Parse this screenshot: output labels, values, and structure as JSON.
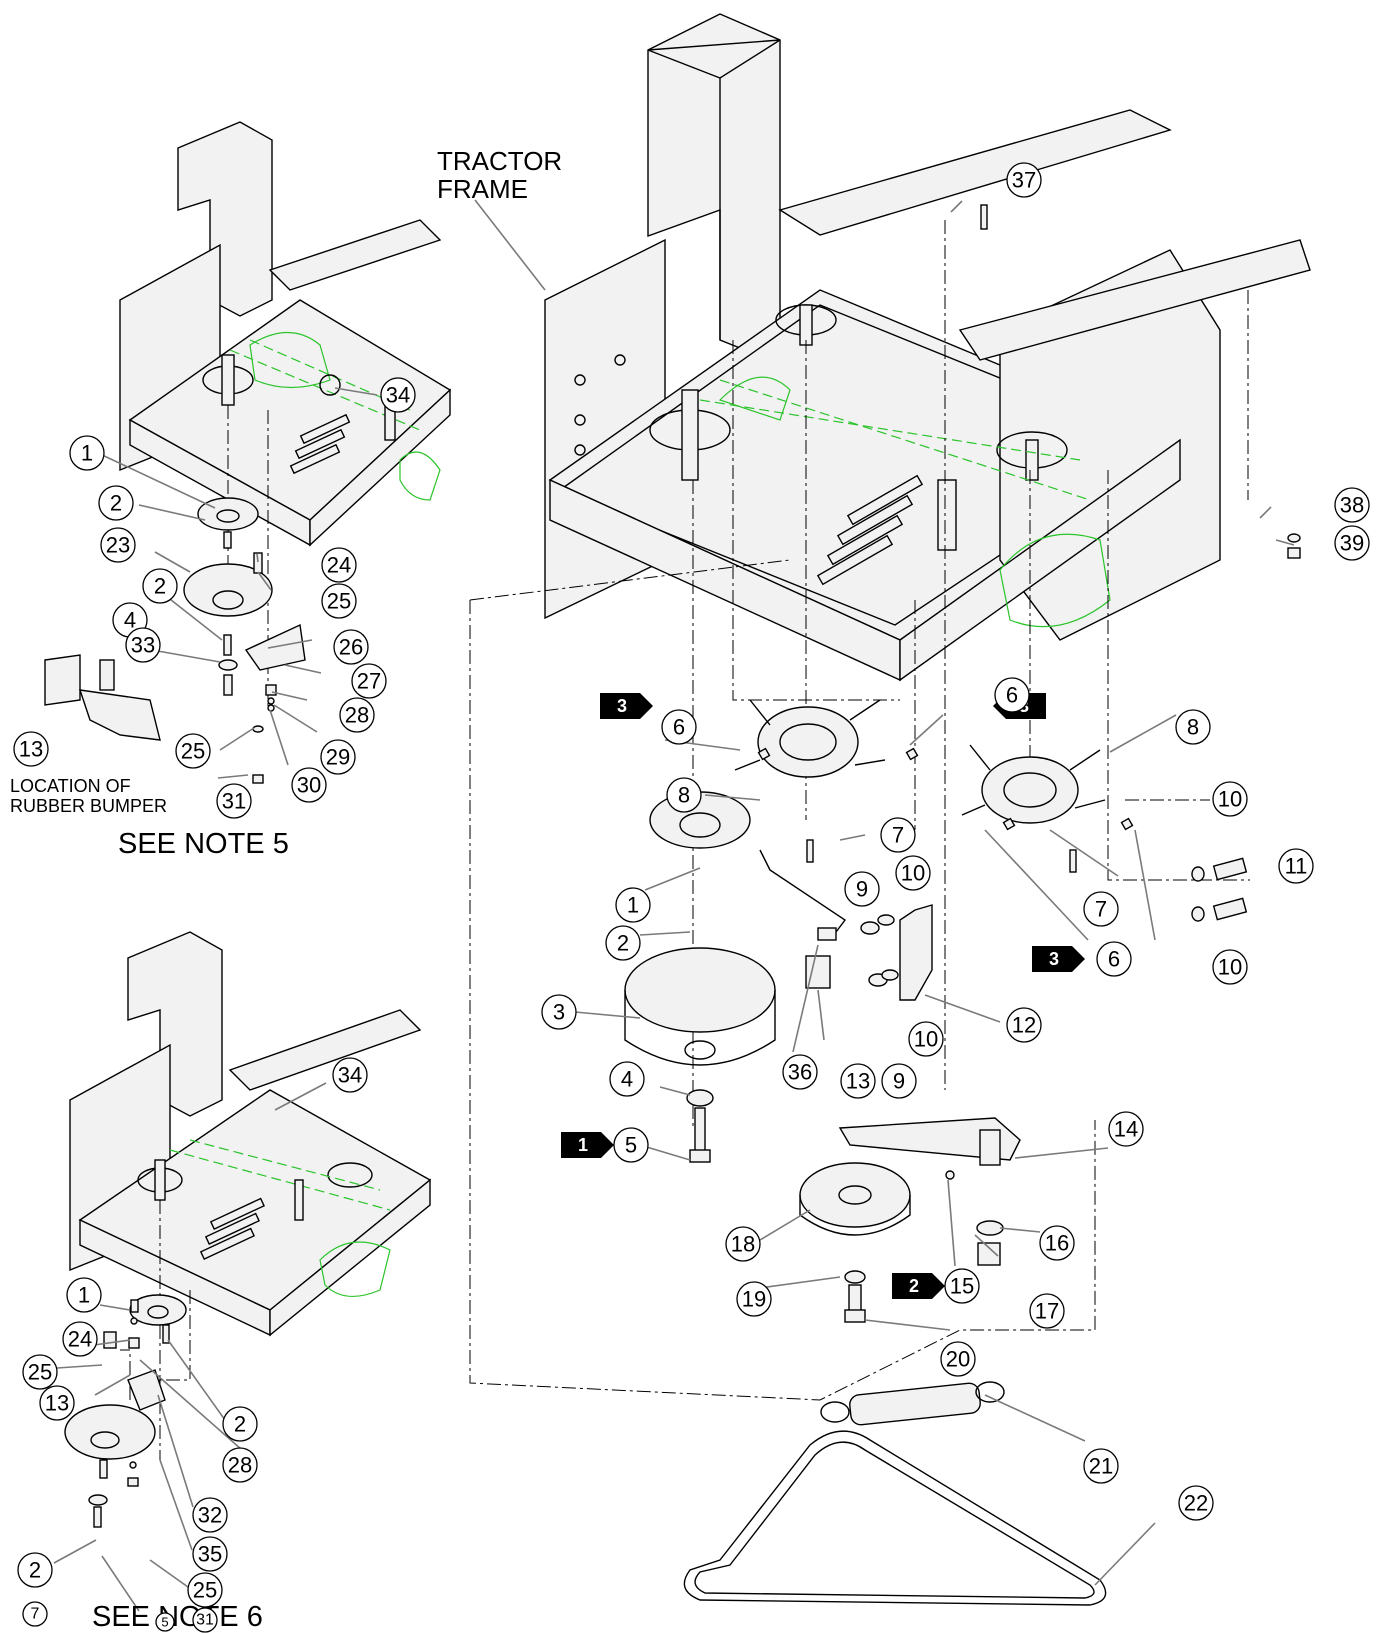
{
  "labels": {
    "tractor_frame_line1": "TRACTOR",
    "tractor_frame_line2": "FRAME",
    "bumper_line1": "LOCATION OF",
    "bumper_line2": "RUBBER BUMPER",
    "note5": "SEE NOTE 5",
    "note6": "SEE NOTE 6"
  },
  "callouts": {
    "c1": "1",
    "c2": "2",
    "c3": "3",
    "c4": "4",
    "c5": "5",
    "c6": "6",
    "c7": "7",
    "c8": "8",
    "c9": "9",
    "c10": "10",
    "c11": "11",
    "c12": "12",
    "c13": "13",
    "c14": "14",
    "c15": "15",
    "c16": "16",
    "c17": "17",
    "c18": "18",
    "c19": "19",
    "c20": "20",
    "c21": "21",
    "c22": "22",
    "c23": "23",
    "c24": "24",
    "c25": "25",
    "c26": "26",
    "c27": "27",
    "c28": "28",
    "c29": "29",
    "c30": "30",
    "c31": "31",
    "c32": "32",
    "c33": "33",
    "c34": "34",
    "c35": "35",
    "c36": "36",
    "c37": "37",
    "c38": "38",
    "c39": "39"
  },
  "notes": {
    "n1": "1",
    "n2": "2",
    "n3": "3"
  }
}
